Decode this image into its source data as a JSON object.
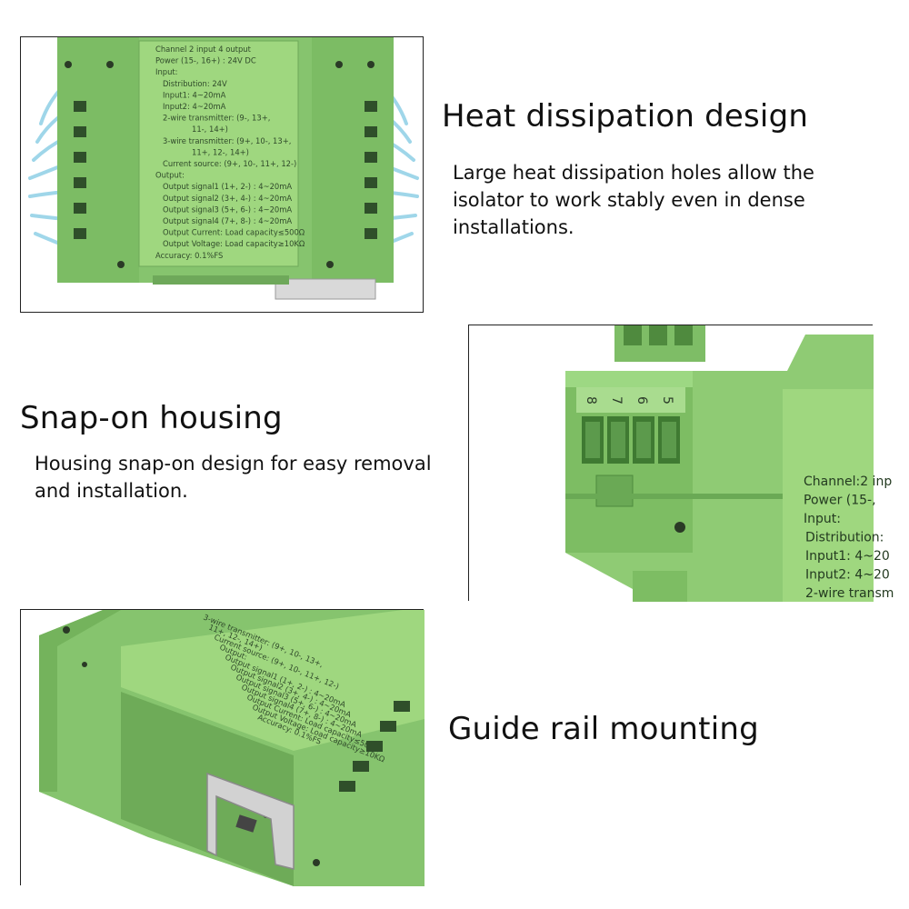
{
  "sections": {
    "heat": {
      "title": "Heat dissipation design",
      "description": "Large heat dissipation holes allow the isolator to work stably even in dense installations."
    },
    "snap": {
      "title": "Snap-on housing",
      "description": "Housing snap-on design for easy removal and installation."
    },
    "rail": {
      "title": "Guide rail mounting"
    }
  },
  "device_label": {
    "lines": [
      "Channel 2 input 4 output",
      "Power (15-, 16+) : 24V DC",
      "Input:",
      "Distribution: 24V",
      "Input1: 4~20mA",
      "Input2: 4~20mA",
      "2-wire transmitter: (9-, 13+,",
      "11-, 14+)",
      "3-wire transmitter: (9+, 10-, 13+,",
      "11+, 12-, 14+)",
      "Current source: (9+, 10-, 11+, 12-)",
      "Output:",
      "Output signal1 (1+, 2-) : 4~20mA",
      "Output signal2 (3+, 4-) : 4~20mA",
      "Output signal3 (5+, 6-) : 4~20mA",
      "Output signal4 (7+, 8-) : 4~20mA",
      "Output Current: Load capacity≤500Ω",
      "Output Voltage: Load capacity≥10KΩ",
      "Accuracy: 0.1%FS"
    ]
  },
  "closeup_label": {
    "lines": [
      "Channel:2 inp",
      "Power (15-,",
      "Input:",
      "Distribution:",
      "Input1: 4~20",
      "Input2: 4~20",
      "2-wire transm"
    ]
  },
  "terminal_numbers": [
    "8",
    "7",
    "6",
    "5"
  ],
  "colors": {
    "housing_green": "#86c46e",
    "housing_dark": "#5f9a4c",
    "label_green": "#9fd77f",
    "text_dark": "#111111"
  }
}
